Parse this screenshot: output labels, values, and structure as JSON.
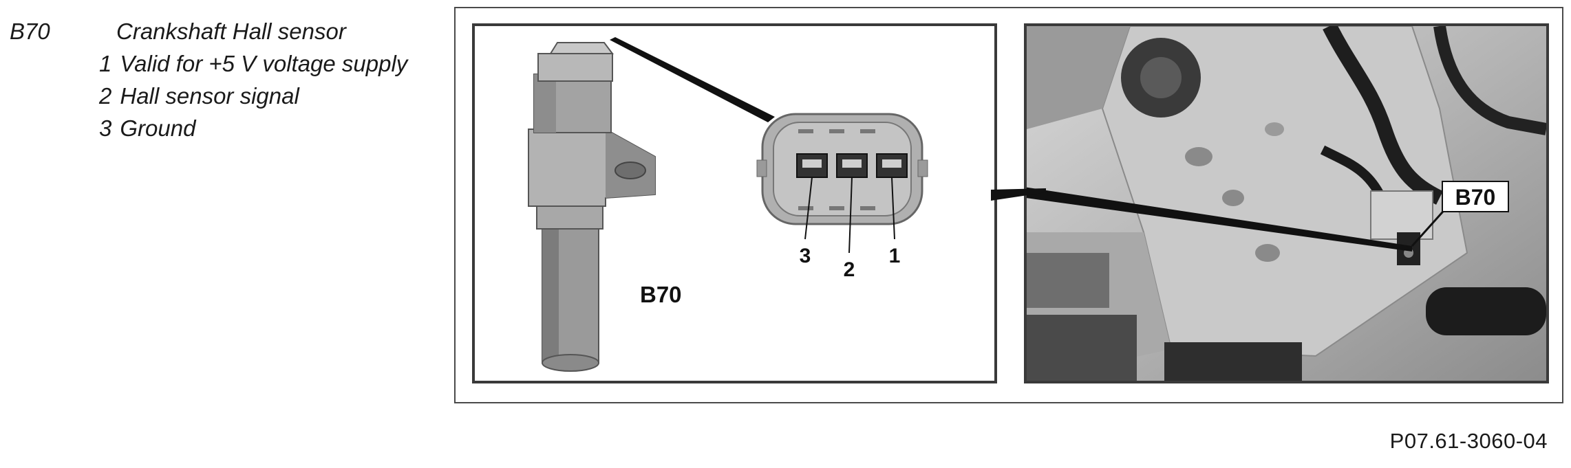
{
  "legend": {
    "code": "B70",
    "title": "Crankshaft Hall sensor",
    "items": [
      {
        "num": "1",
        "text": "Valid for +5 V voltage supply"
      },
      {
        "num": "2",
        "text": "Hall sensor signal"
      },
      {
        "num": "3",
        "text": "Ground"
      }
    ]
  },
  "diagram": {
    "sensor_label": "B70",
    "pin_labels": [
      "3",
      "2",
      "1"
    ],
    "photo_label": "B70"
  },
  "figure_id": "P07.61-3060-04"
}
